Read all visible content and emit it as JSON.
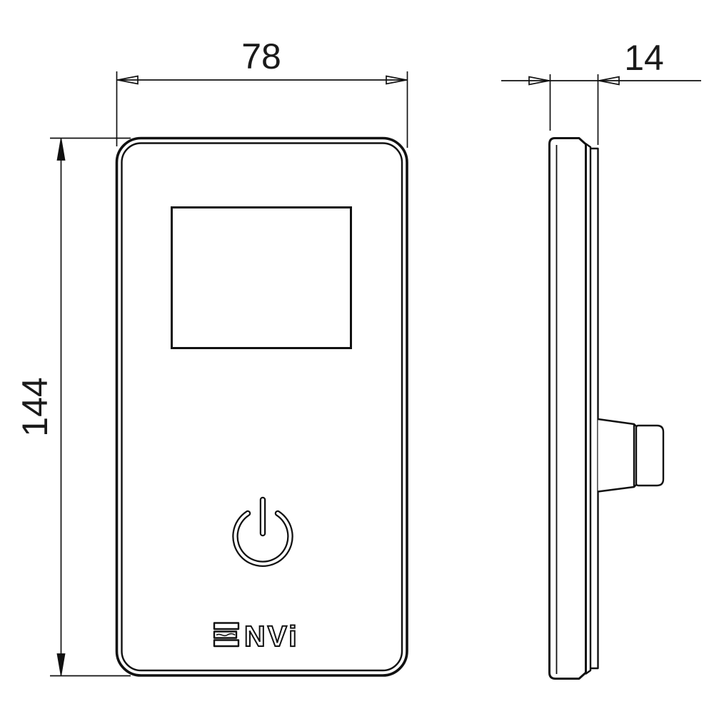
{
  "drawing": {
    "kind": "technical-dimension-drawing",
    "views": {
      "front_label": "front-view",
      "side_label": "side-view"
    },
    "logo": {
      "text": "ENVi",
      "tail": "NVi"
    },
    "icons": {
      "power": "power-icon"
    }
  },
  "dimensions": {
    "width": "78",
    "height": "144",
    "depth": "14"
  },
  "colors": {
    "line": "#111111",
    "text": "#1a1a1a",
    "background": "#ffffff"
  }
}
